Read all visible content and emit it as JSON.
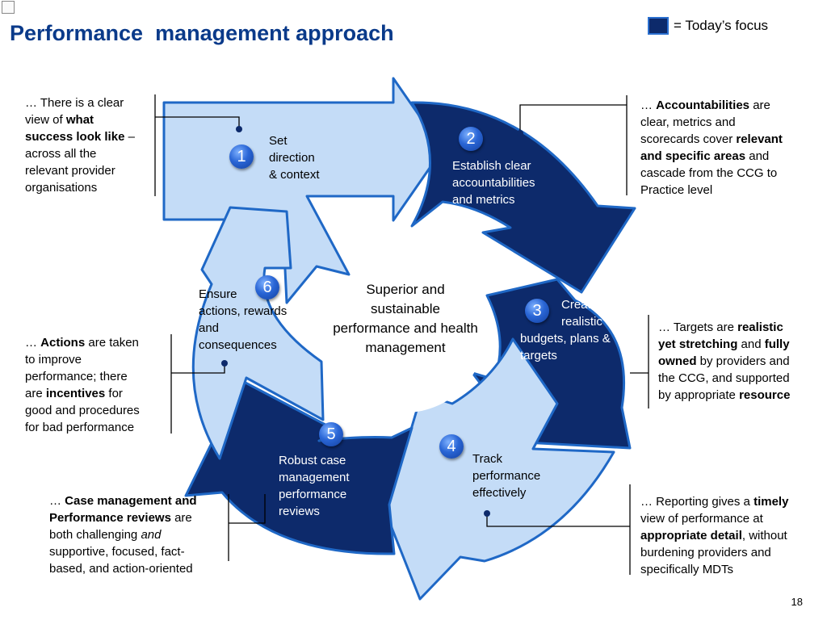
{
  "title": "Performance  management approach",
  "legend": {
    "label": "= Today’s focus",
    "swatch_color": "#0d2a6b"
  },
  "center": "Superior and sustainable performance and health management",
  "steps": [
    {
      "number": "1",
      "label_lines": [
        "Set",
        "direction",
        "& context"
      ],
      "focus": false
    },
    {
      "number": "2",
      "label_lines": [
        "Establish clear",
        "accountabilities",
        "and metrics"
      ],
      "focus": true
    },
    {
      "number": "3",
      "label_lines": [
        "Create",
        "realistic",
        "budgets, plans &",
        "targets"
      ],
      "focus": true
    },
    {
      "number": "4",
      "label_lines": [
        "Track",
        "performance",
        "effectively"
      ],
      "focus": false
    },
    {
      "number": "5",
      "label_lines": [
        "Robust case",
        "management",
        "performance",
        "reviews"
      ],
      "focus": true
    },
    {
      "number": "6",
      "label_lines": [
        "Ensure",
        "actions, rewards",
        "and",
        "consequences"
      ],
      "focus": false
    }
  ],
  "notes": {
    "direction": {
      "l1a": "… There is a clear",
      "l2a": "view of ",
      "l2b": "what",
      "l3b": "success look like",
      "l3c": " –",
      "l4": "across all the",
      "l5": "relevant provider",
      "l6": "organisations"
    },
    "accountabilities": {
      "l1a": "… ",
      "l1b": "Accountabilities",
      "l1c": " are",
      "l2": "clear, metrics and",
      "l3a": "scorecards cover ",
      "l3b": "relevant",
      "l4b": "and specific areas",
      "l4c": " and",
      "l5": "cascade from the CCG to",
      "l6": "Practice level"
    },
    "targets": {
      "l1a": "… Targets are ",
      "l1b": "realistic",
      "l2b": "yet stretching",
      "l2c": " and ",
      "l2d": "fully",
      "l3b": "owned",
      "l3c": " by providers and",
      "l4": "the CCG, and supported",
      "l5a": "by appropriate ",
      "l5b": "resource"
    },
    "actions": {
      "l1a": "… ",
      "l1b": "Actions",
      "l1c": " are taken",
      "l2": "to improve",
      "l3": "performance; there",
      "l4a": "are ",
      "l4b": "incentives",
      "l4c": " for",
      "l5": "good and procedures",
      "l6": "for bad performance"
    },
    "case_management": {
      "l1a": "… ",
      "l1b": "Case management and",
      "l2b": "Performance reviews",
      "l2c": " are",
      "l3a": "both challenging ",
      "l3b": "and",
      "l4": "supportive, focused, fact-",
      "l5": "based, and action-oriented"
    },
    "reporting": {
      "l1a": "… Reporting gives a ",
      "l1b": "timely",
      "l2": "view of performance at",
      "l3b": "appropriate detail",
      "l3c": ", without",
      "l4": "burdening providers and",
      "l5": "specifically MDTs"
    }
  },
  "page_number": "18",
  "colors": {
    "focus_fill": "#0d2a6b",
    "other_fill": "#c4dcf7",
    "outline": "#1f68c6",
    "title": "#0a3a8a"
  }
}
